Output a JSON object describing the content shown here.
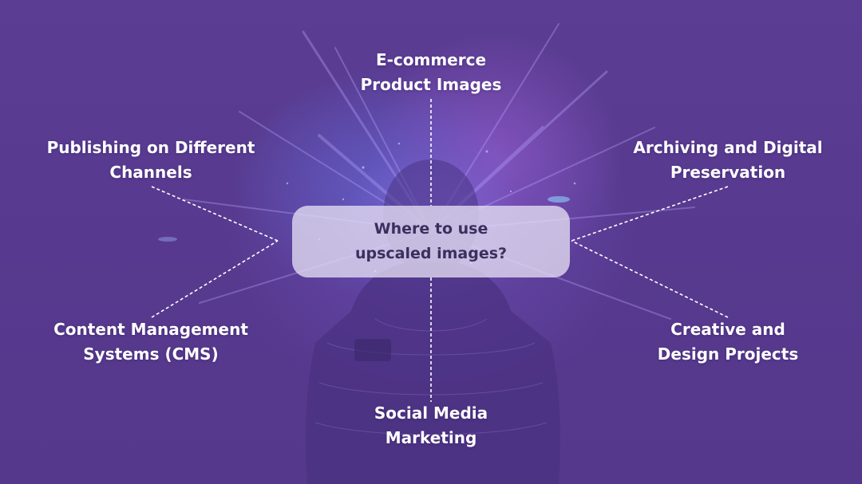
{
  "center": {
    "line1": "Where to use",
    "line2": "upscaled images?"
  },
  "nodes": [
    {
      "id": "ecommerce",
      "lines": [
        "E-commerce",
        "Product Images"
      ]
    },
    {
      "id": "publishing",
      "lines": [
        "Publishing on Different",
        "Channels"
      ]
    },
    {
      "id": "archiving",
      "lines": [
        "Archiving and Digital",
        "Preservation"
      ]
    },
    {
      "id": "cms",
      "lines": [
        "Content Management",
        "Systems (CMS)"
      ]
    },
    {
      "id": "creative",
      "lines": [
        "Creative and",
        "Design Projects"
      ]
    },
    {
      "id": "social",
      "lines": [
        "Social Media",
        "Marketing"
      ]
    }
  ]
}
